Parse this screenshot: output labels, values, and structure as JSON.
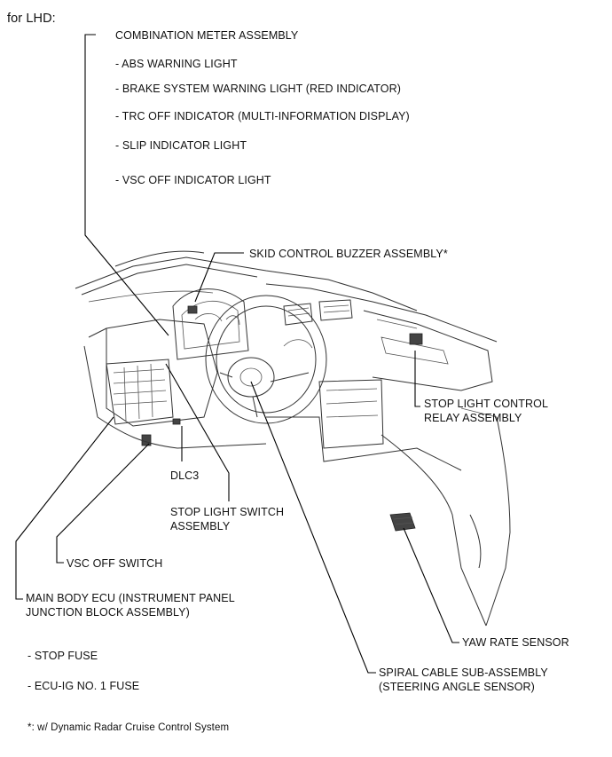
{
  "header": {
    "title": "for LHD:"
  },
  "labels": {
    "combination_meter": "COMBINATION METER ASSEMBLY",
    "meter_items": [
      "- ABS WARNING LIGHT",
      "- BRAKE SYSTEM WARNING LIGHT (RED INDICATOR)",
      "- TRC OFF INDICATOR (MULTI-INFORMATION DISPLAY)",
      "- SLIP INDICATOR LIGHT",
      "- VSC OFF INDICATOR LIGHT"
    ],
    "skid_buzzer": "SKID CONTROL BUZZER ASSEMBLY*",
    "stop_light_relay_1": "STOP LIGHT CONTROL",
    "stop_light_relay_2": "RELAY ASSEMBLY",
    "dlc3": "DLC3",
    "stop_light_switch_1": "STOP LIGHT SWITCH",
    "stop_light_switch_2": "ASSEMBLY",
    "vsc_off_switch": "VSC OFF SWITCH",
    "main_body_ecu_1": "MAIN BODY ECU (INSTRUMENT PANEL",
    "main_body_ecu_2": "JUNCTION BLOCK ASSEMBLY)",
    "yaw_rate_sensor": "YAW RATE SENSOR",
    "fuse_items": [
      "- STOP FUSE",
      "- ECU-IG NO. 1 FUSE"
    ],
    "spiral_cable_1": "SPIRAL CABLE SUB-ASSEMBLY",
    "spiral_cable_2": "(STEERING ANGLE SENSOR)"
  },
  "footnote": "*: w/ Dynamic Radar Cruise Control System"
}
